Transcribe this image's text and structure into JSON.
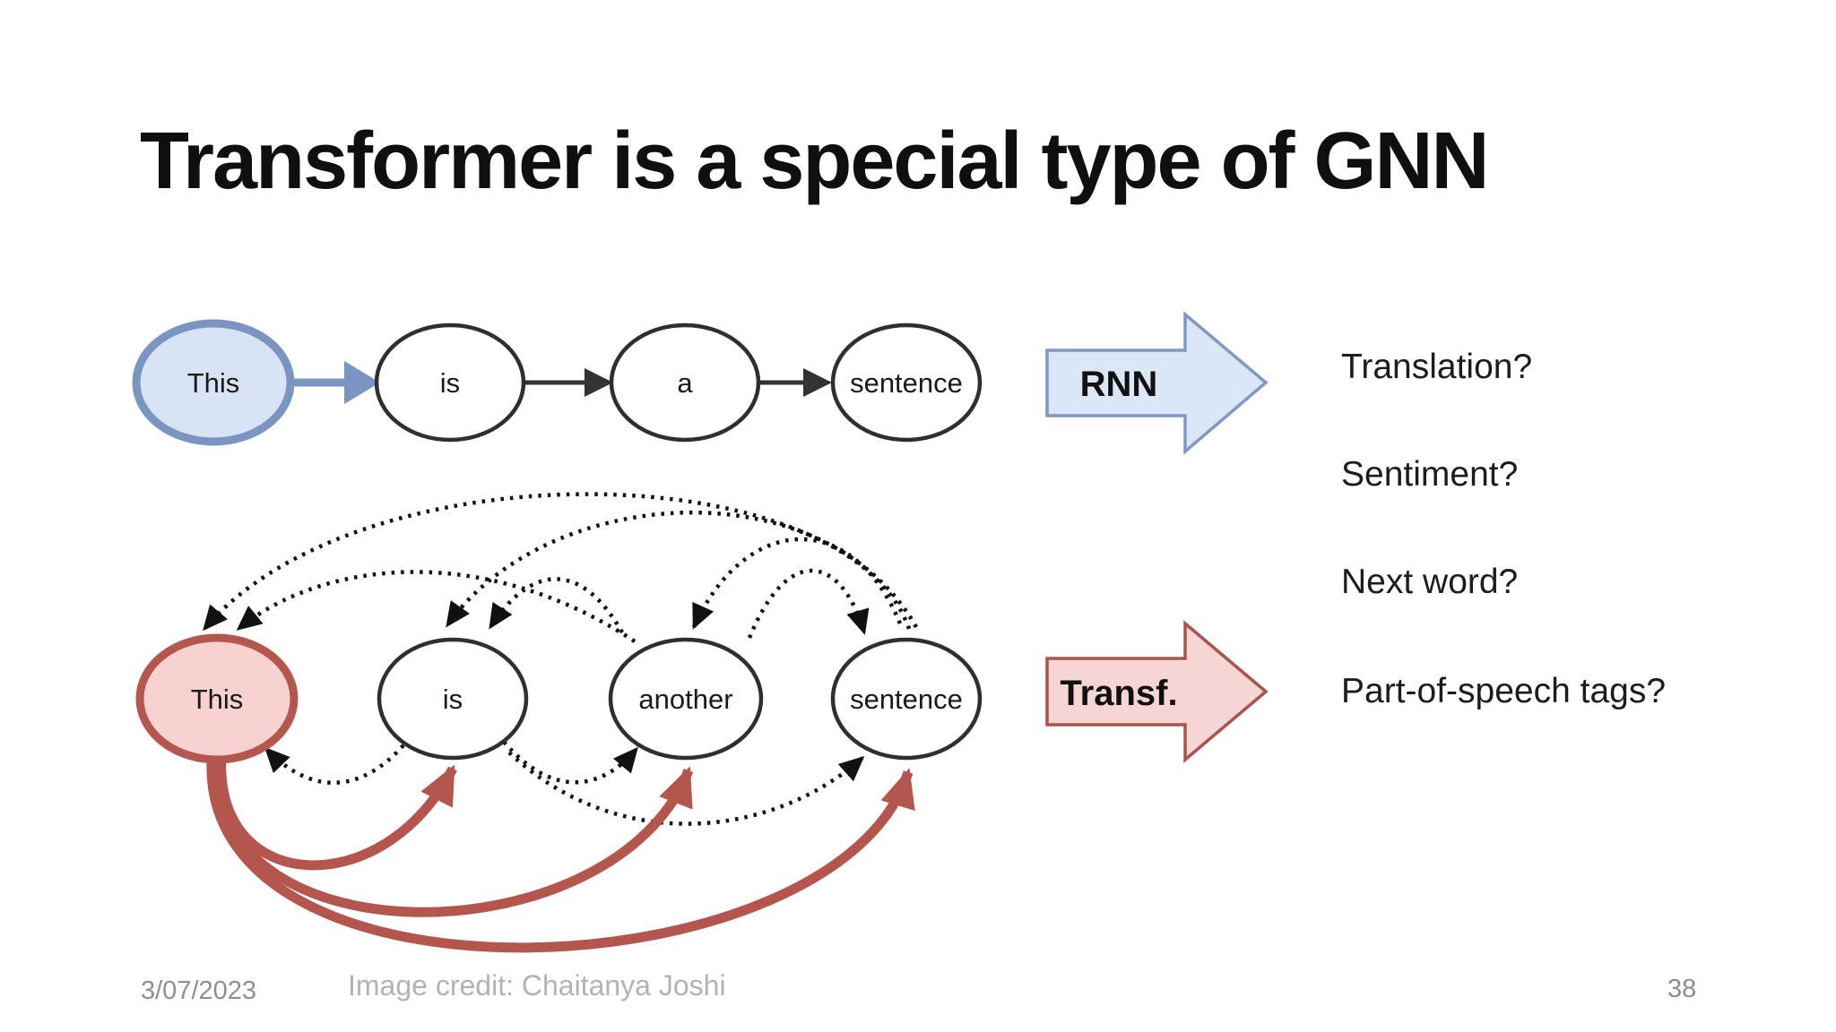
{
  "slide": {
    "title": "Transformer is a special type of GNN"
  },
  "rnn_row": {
    "nodes": [
      "This",
      "is",
      "a",
      "sentence"
    ],
    "arrow_label": "RNN",
    "chain_edges": [
      {
        "from": "This",
        "to": "is",
        "style": "solid-blue"
      },
      {
        "from": "is",
        "to": "a",
        "style": "solid-black"
      },
      {
        "from": "a",
        "to": "sentence",
        "style": "solid-black"
      }
    ]
  },
  "transformer_row": {
    "nodes": [
      "This",
      "is",
      "another",
      "sentence"
    ],
    "arrow_label": "Transf.",
    "dotted_edges": [
      {
        "from": "sentence",
        "to": "This"
      },
      {
        "from": "sentence",
        "to": "is"
      },
      {
        "from": "sentence",
        "to": "another"
      },
      {
        "from": "another",
        "to": "This"
      },
      {
        "from": "another",
        "to": "is"
      },
      {
        "from": "another",
        "to": "sentence"
      },
      {
        "from": "is",
        "to": "This"
      },
      {
        "from": "is",
        "to": "another"
      },
      {
        "from": "is",
        "to": "sentence"
      }
    ],
    "solid_red_edges": [
      {
        "from": "This",
        "to": "is"
      },
      {
        "from": "This",
        "to": "another"
      },
      {
        "from": "This",
        "to": "sentence"
      }
    ]
  },
  "tasks": [
    "Translation?",
    "Sentiment?",
    "Next word?",
    "Part-of-speech tags?"
  ],
  "footer": {
    "date": "3/07/2023",
    "credit": "Image credit: Chaitanya Joshi",
    "page": "38"
  },
  "colors": {
    "blue_node_fill": "#d8e4f5",
    "blue_node_border": "#7b95c2",
    "blue_edge": "#7b95c2",
    "blue_block_fill": "#dbe7f7",
    "blue_block_border": "#8099c4",
    "pink_node_fill": "#f7d2d0",
    "pink_node_border": "#b4574f",
    "red_edge": "#b5564e",
    "pink_block_fill": "#f6d6d4",
    "pink_block_border": "#a8534b",
    "node_stroke": "#2f2f2f",
    "black_edge": "#111111"
  }
}
